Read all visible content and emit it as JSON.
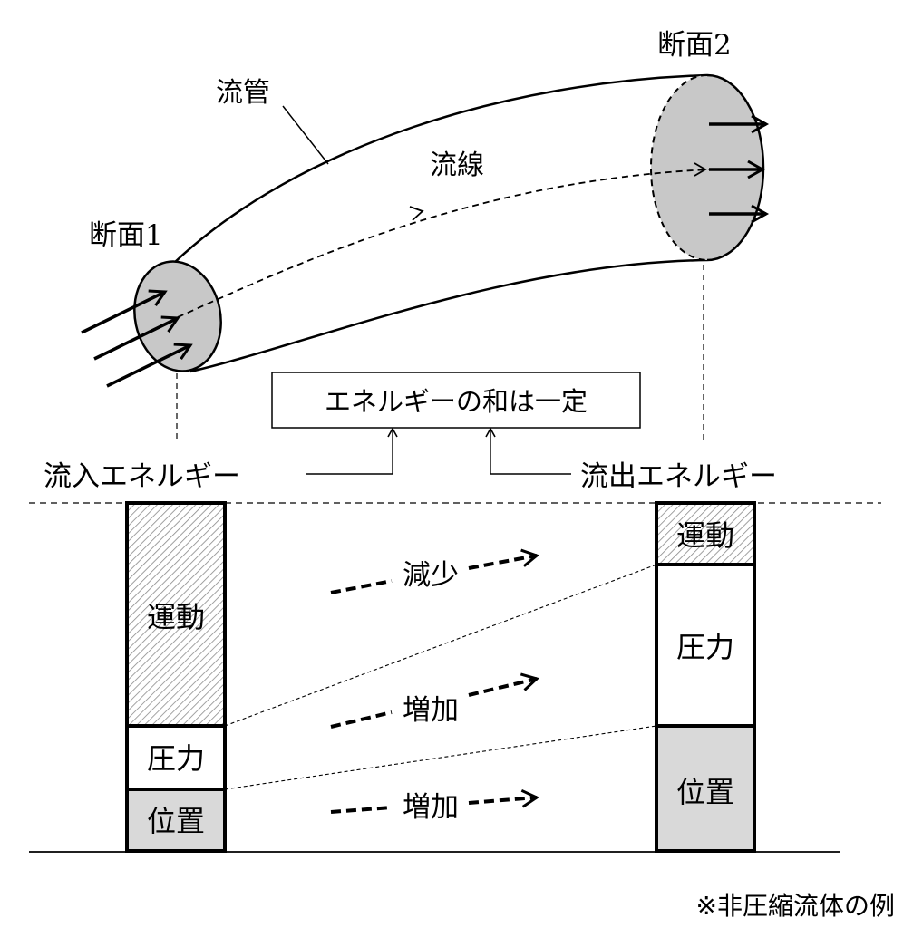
{
  "tube": {
    "label": "流管",
    "streamline_label": "流線",
    "section1_label": "断面1",
    "section2_label": "断面2"
  },
  "energy": {
    "sum_constant": "エネルギーの和は一定",
    "inflow_label": "流入エネルギー",
    "outflow_label": "流出エネルギー",
    "kinetic": "運動",
    "pressure": "圧力",
    "position": "位置",
    "decrease": "減少",
    "increase": "増加"
  },
  "footnote": "※非圧縮流体の例",
  "colors": {
    "section_fill": "#c8c8c8",
    "position_fill": "#d9d9d9",
    "hatch": "#8a8a8a"
  }
}
